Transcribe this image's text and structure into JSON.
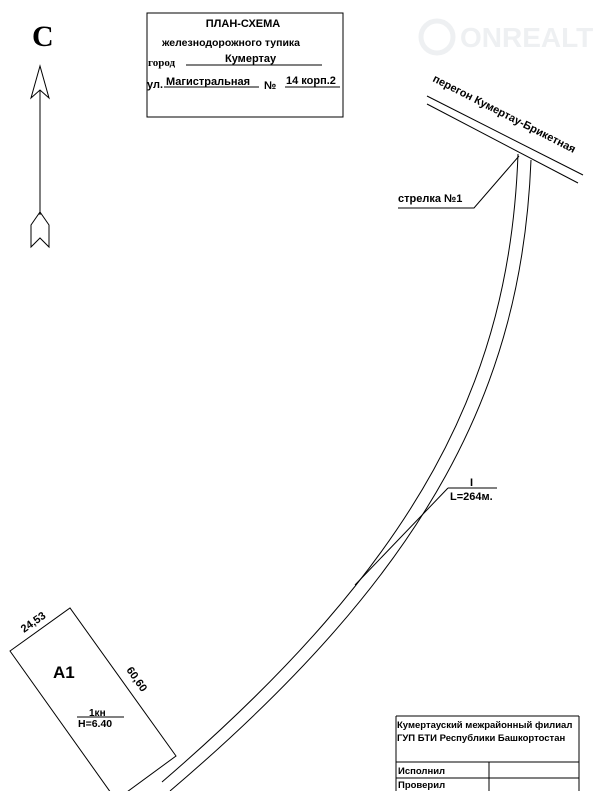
{
  "north_label": "С",
  "title_block": {
    "title": "ПЛАН-СХЕМА",
    "subtitle": "железнодорожного тупика",
    "city_label": "город",
    "city": "Кумертау",
    "street_label": "ул.",
    "street": "Магистральная",
    "number_label": "№",
    "number": "14 корп.2"
  },
  "watermark": "ONREALT",
  "mainline_label": "перегон Кумертау-Брикетная",
  "switch_label": "стрелка №1",
  "track": {
    "id": "I",
    "length": "L=264м."
  },
  "building": {
    "name": "А1",
    "width": "24,53",
    "length": "60,60",
    "type": "1кн",
    "height": "Н=6.40"
  },
  "stamp": {
    "org_line1": "Кумертауский межрайонный филиал",
    "org_line2": "ГУП БТИ Республики Башкортостан",
    "row1": "Исполнил",
    "row2": "Проверил"
  }
}
